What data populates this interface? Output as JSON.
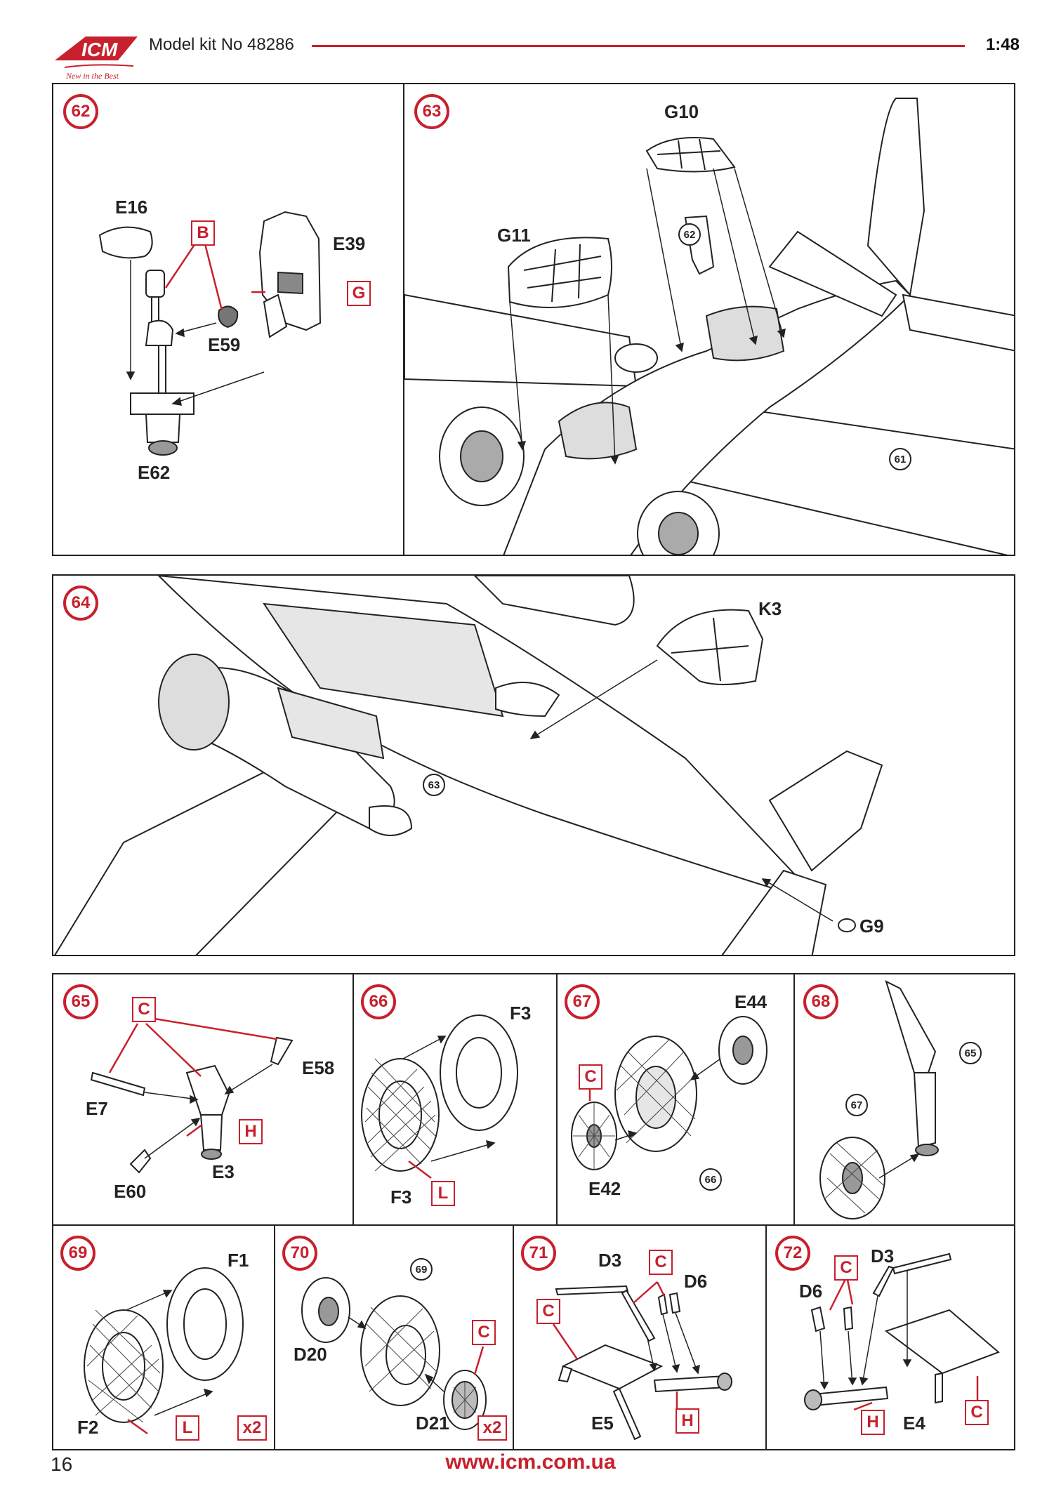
{
  "header": {
    "logo_text": "ICM",
    "logo_tagline": "New in the Best",
    "model_label": "Model kit No 48286",
    "scale": "1:48"
  },
  "colors": {
    "accent": "#c8202c",
    "line": "#222222"
  },
  "steps": {
    "s62": {
      "number": "62",
      "parts": [
        "E16",
        "E39",
        "E59",
        "E62"
      ],
      "paints": [
        "B",
        "G"
      ]
    },
    "s63": {
      "number": "63",
      "parts": [
        "G10",
        "G11"
      ],
      "refs": [
        "62",
        "61"
      ]
    },
    "s64": {
      "number": "64",
      "parts": [
        "K3",
        "G9"
      ],
      "refs": [
        "63"
      ]
    },
    "s65": {
      "number": "65",
      "parts": [
        "E58",
        "E7",
        "E3",
        "E60"
      ],
      "paints": [
        "C",
        "H"
      ]
    },
    "s66": {
      "number": "66",
      "parts": [
        "F3",
        "F3"
      ],
      "paints": [
        "L"
      ]
    },
    "s67": {
      "number": "67",
      "parts": [
        "E44",
        "E42"
      ],
      "paints": [
        "C"
      ],
      "refs": [
        "66"
      ]
    },
    "s68": {
      "number": "68",
      "refs": [
        "65",
        "67"
      ]
    },
    "s69": {
      "number": "69",
      "parts": [
        "F1",
        "F2"
      ],
      "paints": [
        "L"
      ],
      "multiplier": "x2"
    },
    "s70": {
      "number": "70",
      "parts": [
        "D20",
        "D21"
      ],
      "paints": [
        "C"
      ],
      "refs": [
        "69"
      ],
      "multiplier": "x2"
    },
    "s71": {
      "number": "71",
      "parts": [
        "D3",
        "D6",
        "E5"
      ],
      "paints": [
        "C",
        "C",
        "H"
      ]
    },
    "s72": {
      "number": "72",
      "parts": [
        "D3",
        "D6",
        "E4"
      ],
      "paints": [
        "C",
        "H",
        "C"
      ]
    }
  },
  "footer": {
    "page_number": "16",
    "website": "www.icm.com.ua"
  }
}
